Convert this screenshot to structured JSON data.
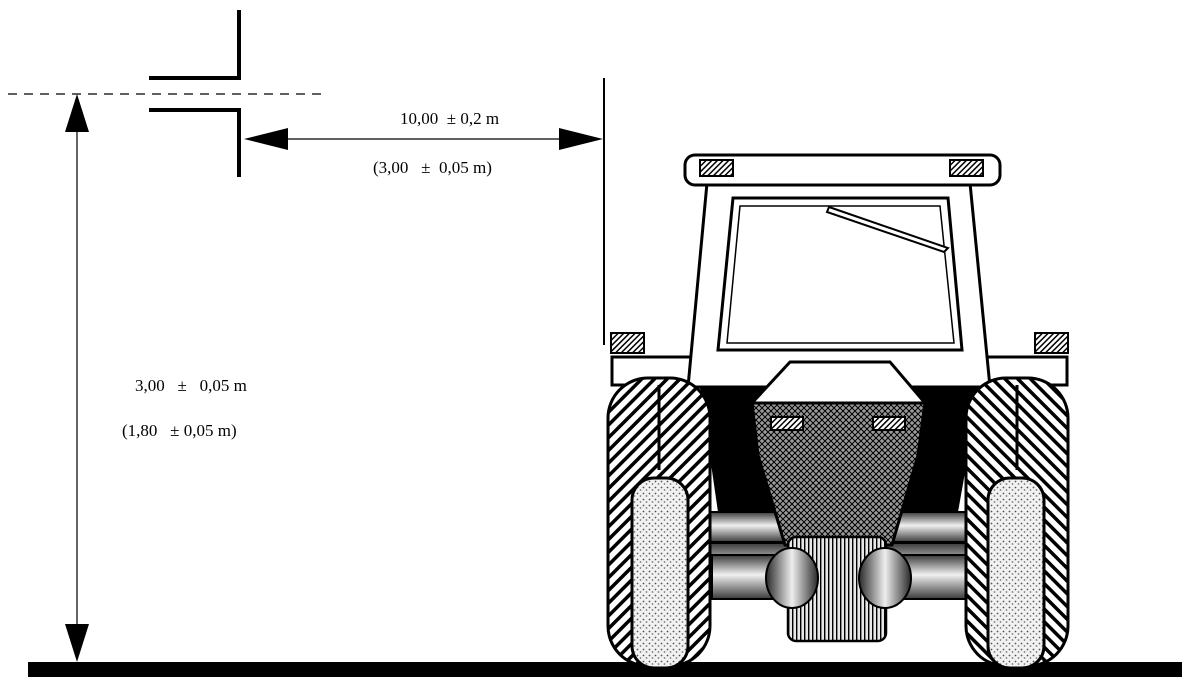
{
  "distance": {
    "primary": "10,00  ± 0,2 m",
    "secondary": "(3,00   ±  0,05 m)"
  },
  "height": {
    "primary": "3,00   ±   0,05 m",
    "secondary": "(1,80   ± 0,05 m)"
  },
  "colors": {
    "ink": "#000000",
    "paper": "#ffffff",
    "metal_light": "#e6e6e6",
    "metal_dark": "#3a3a3a"
  }
}
